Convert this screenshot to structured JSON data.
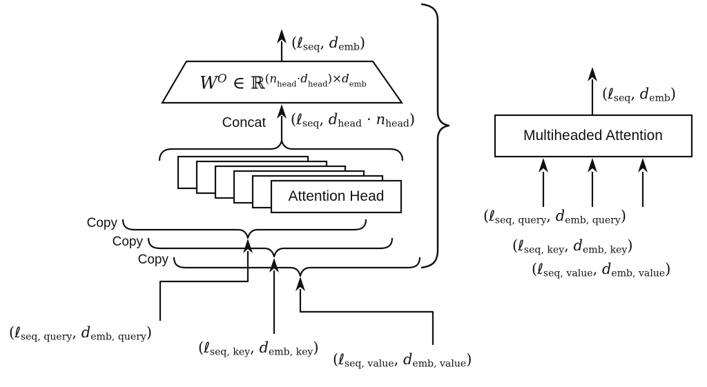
{
  "theme": {
    "ink": "#111111",
    "paper": "#ffffff"
  },
  "labels": {
    "concat": "Concat",
    "copy": [
      "Copy",
      "Copy",
      "Copy"
    ],
    "attention_head": "Attention Head",
    "multiheaded_attention": "Multiheaded Attention"
  },
  "shapes": {
    "seq_emb": [
      {
        "t": "("
      },
      {
        "t": "ℓ",
        "it": true
      },
      {
        "t": "seq",
        "pos": "sub"
      },
      {
        "t": ", "
      },
      {
        "t": "d",
        "it": true
      },
      {
        "t": "emb",
        "pos": "sub"
      },
      {
        "t": ")"
      }
    ],
    "head_concat": [
      {
        "t": "("
      },
      {
        "t": "ℓ",
        "it": true
      },
      {
        "t": "seq",
        "pos": "sub"
      },
      {
        "t": ", "
      },
      {
        "t": "d",
        "it": true
      },
      {
        "t": "head",
        "pos": "sub"
      },
      {
        "t": " ⋅ "
      },
      {
        "t": "n",
        "it": true
      },
      {
        "t": "head",
        "pos": "sub"
      },
      {
        "t": ")"
      }
    ],
    "projection": [
      {
        "t": "W",
        "it": true
      },
      {
        "t": "O",
        "pos": "sup",
        "it": true
      },
      {
        "t": " ∈ "
      },
      {
        "t": "ℝ"
      },
      {
        "t": "(",
        "pos": "sup"
      },
      {
        "t": "n",
        "pos": "sup",
        "it": true
      },
      {
        "t": "head",
        "pos": "supsub"
      },
      {
        "t": "⋅",
        "pos": "sup"
      },
      {
        "t": "d",
        "pos": "sup",
        "it": true
      },
      {
        "t": "head",
        "pos": "supsub"
      },
      {
        "t": ")×",
        "pos": "sup"
      },
      {
        "t": "d",
        "pos": "sup",
        "it": true
      },
      {
        "t": "emb",
        "pos": "supsub"
      }
    ],
    "query": [
      {
        "t": "("
      },
      {
        "t": "ℓ",
        "it": true
      },
      {
        "t": "seq, query",
        "pos": "sub"
      },
      {
        "t": ", "
      },
      {
        "t": "d",
        "it": true
      },
      {
        "t": "emb, query",
        "pos": "sub"
      },
      {
        "t": ")"
      }
    ],
    "key": [
      {
        "t": "("
      },
      {
        "t": "ℓ",
        "it": true
      },
      {
        "t": "seq, key",
        "pos": "sub"
      },
      {
        "t": ", "
      },
      {
        "t": "d",
        "it": true
      },
      {
        "t": "emb, key",
        "pos": "sub"
      },
      {
        "t": ")"
      }
    ],
    "value": [
      {
        "t": "("
      },
      {
        "t": "ℓ",
        "it": true
      },
      {
        "t": "seq, value",
        "pos": "sub"
      },
      {
        "t": ", "
      },
      {
        "t": "d",
        "it": true
      },
      {
        "t": "emb, value",
        "pos": "sub"
      },
      {
        "t": ")"
      }
    ]
  }
}
